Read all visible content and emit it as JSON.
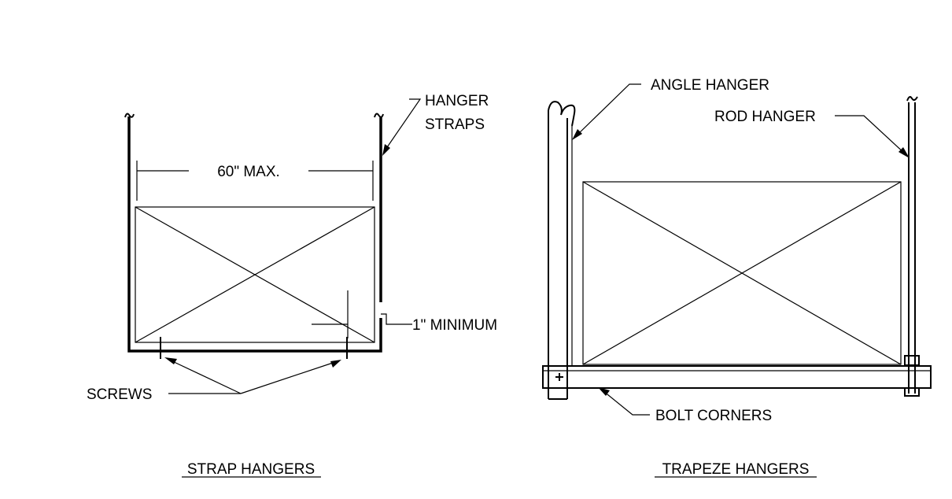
{
  "strap_detail": {
    "title": "STRAP HANGERS",
    "labels": {
      "hanger_straps_line1": "HANGER",
      "hanger_straps_line2": "STRAPS",
      "width_dimension": "60\" MAX.",
      "minimum_gap": "1\" MINIMUM",
      "screws": "SCREWS"
    }
  },
  "trapeze_detail": {
    "title": "TRAPEZE HANGERS",
    "labels": {
      "angle_hanger": "ANGLE HANGER",
      "rod_hanger": "ROD HANGER",
      "bolt_corners": "BOLT CORNERS"
    }
  }
}
